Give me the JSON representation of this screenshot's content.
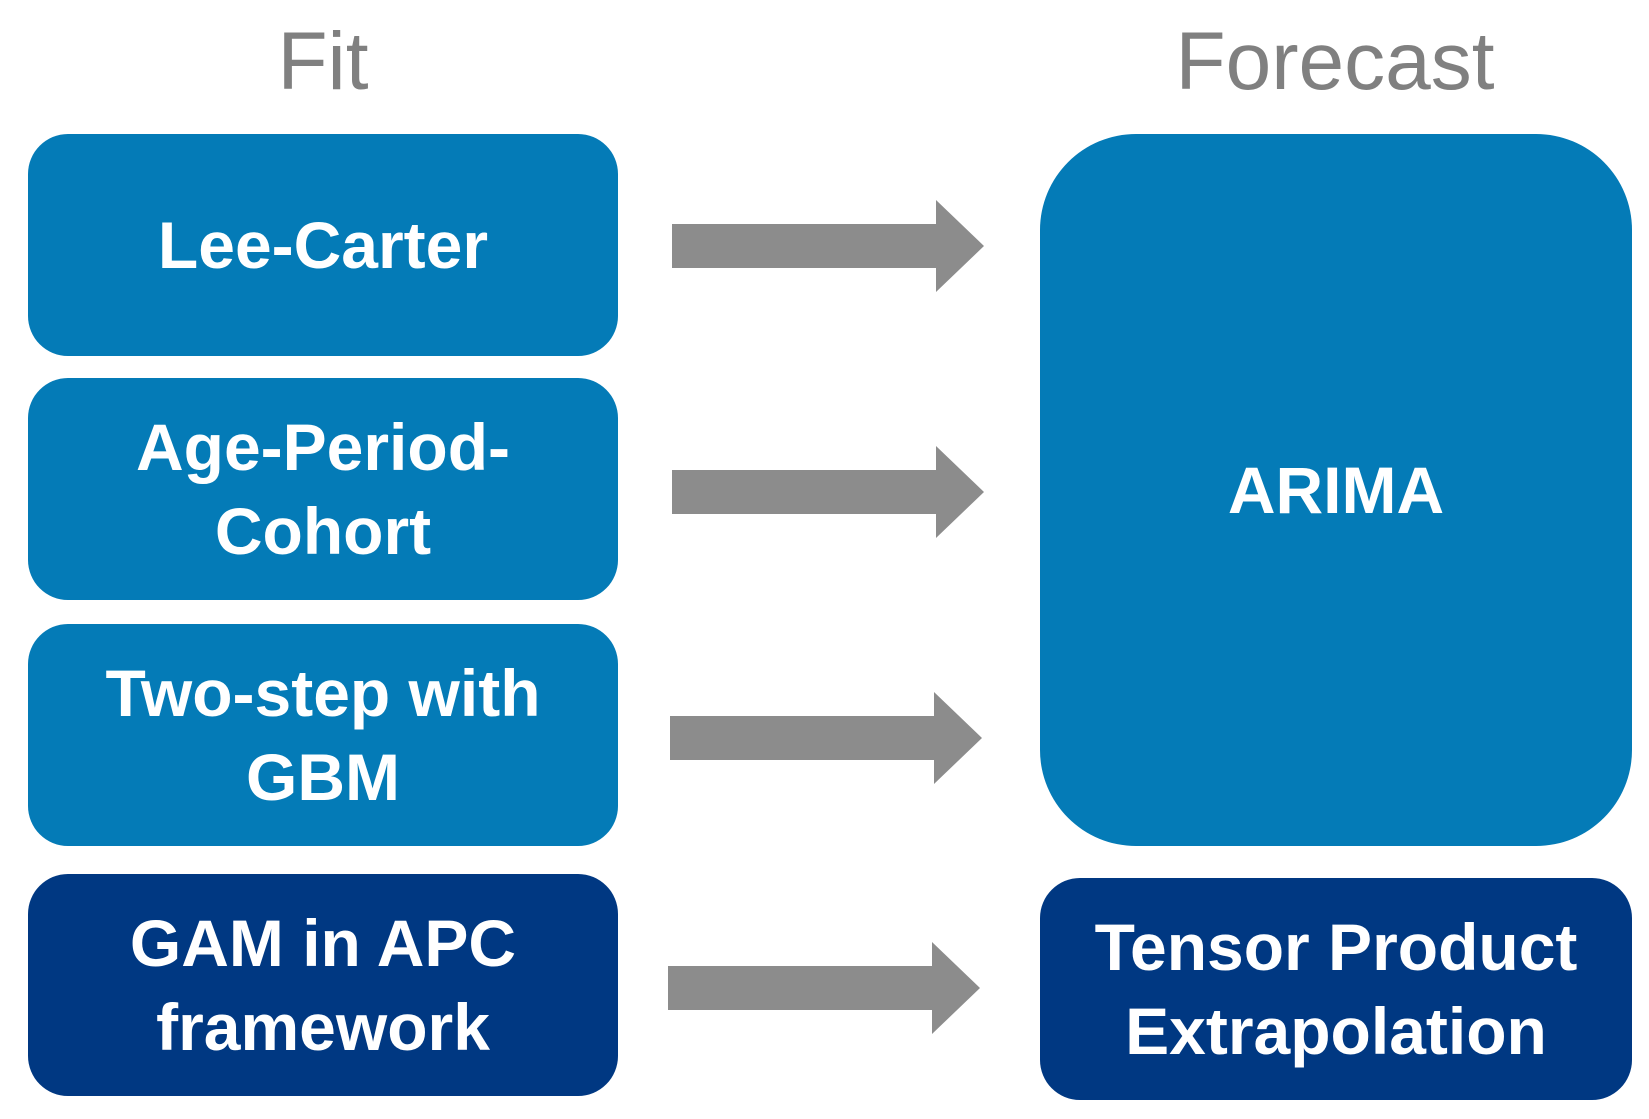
{
  "headings": {
    "fit": "Fit",
    "forecast": "Forecast"
  },
  "fit_models": {
    "lee_carter": "Lee-Carter",
    "apc": "Age-Period-Cohort",
    "two_step": "Two-step with GBM",
    "gam": "GAM in APC framework"
  },
  "forecast_methods": {
    "arima": "ARIMA",
    "tensor": "Tensor Product Extrapolation"
  },
  "colors": {
    "light_box": "#047bb7",
    "dark_box": "#003882",
    "arrow": "#8c8c8c",
    "heading_text": "#808080"
  }
}
